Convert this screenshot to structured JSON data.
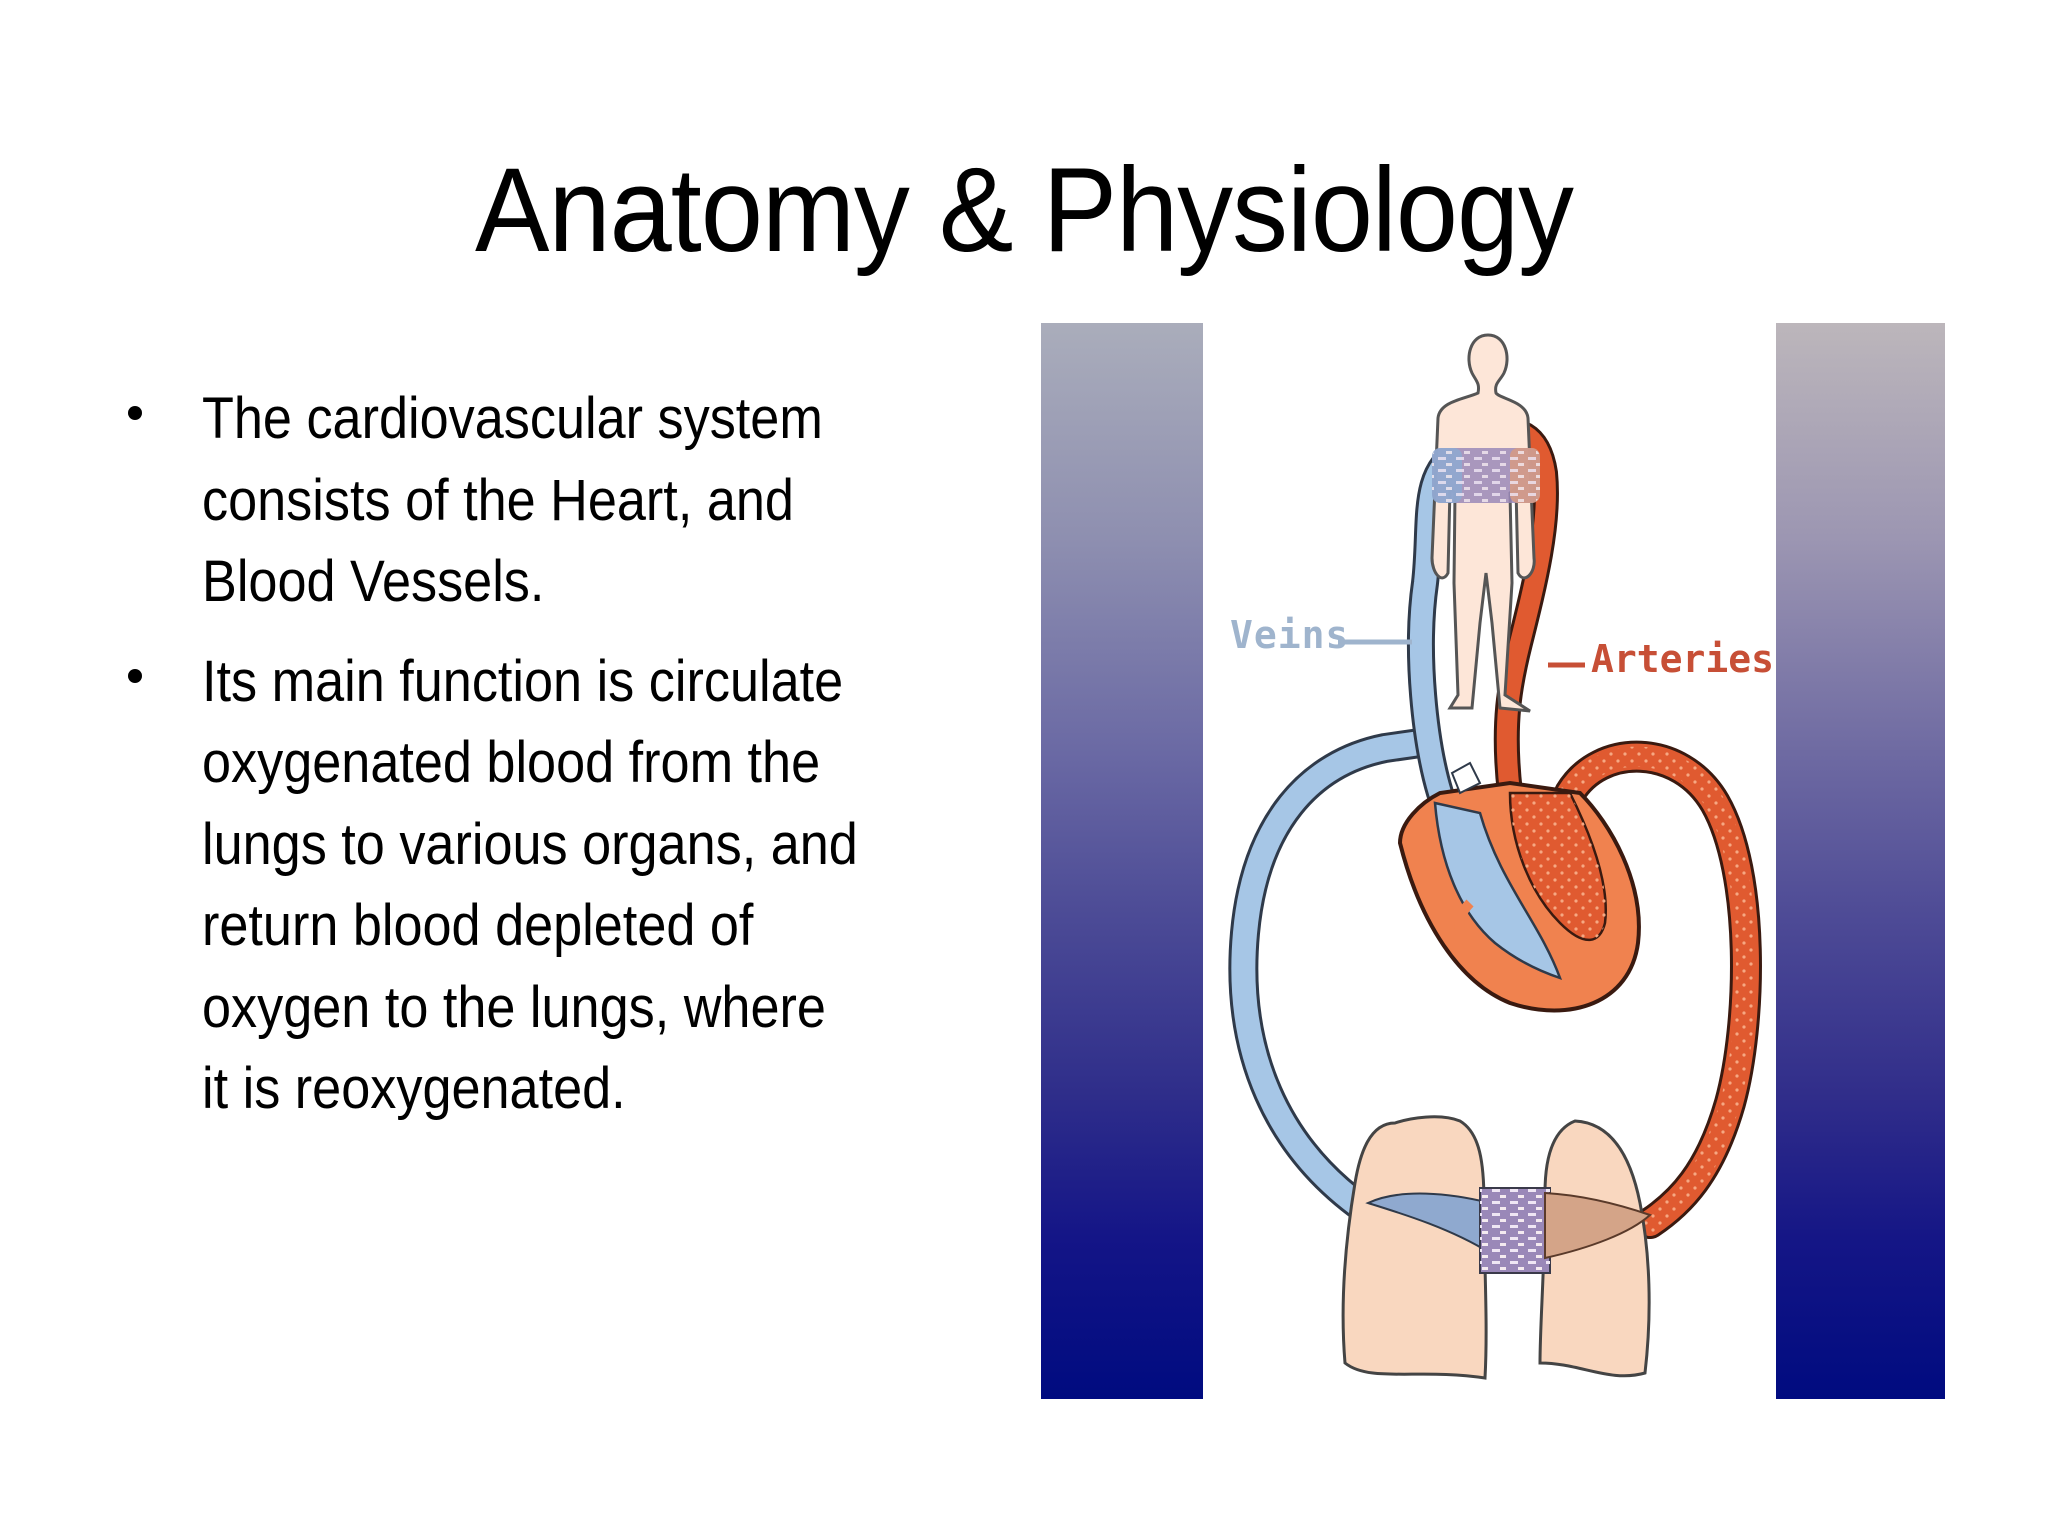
{
  "slide": {
    "title": "Anatomy & Physiology",
    "bullets": [
      {
        "lines": [
          "The cardiovascular system",
          "consists of the Heart, and",
          "Blood Vessels."
        ]
      },
      {
        "lines": [
          "Its main function is circulate",
          "oxygenated blood from the",
          "lungs to various organs, and",
          "return blood depleted of",
          "oxygen to the lungs, where",
          "it is reoxygenated."
        ]
      }
    ]
  },
  "figure": {
    "labels": {
      "veins": "Veins",
      "arteries": "Arteries"
    },
    "colors": {
      "vein": "#a6c6e6",
      "artery": "#e05a30",
      "heart_muscle": "#f0824f",
      "skin": "#fde6d8",
      "lung": "#f9d7bf",
      "capillary_mix": "#9a88b8",
      "gradient_top": "#aaadbb",
      "gradient_bottom": "#000b80"
    }
  }
}
